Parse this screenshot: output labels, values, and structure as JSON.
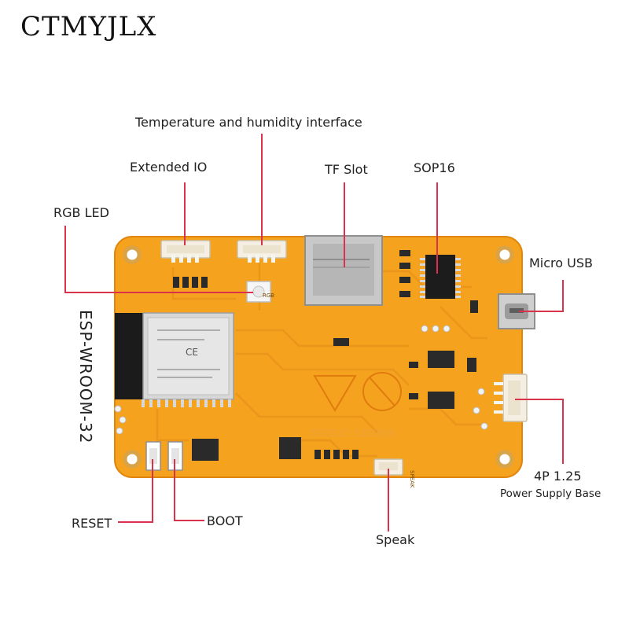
{
  "brand": "CTMYJLX",
  "board": {
    "module_name": "ESP-WROOM-32",
    "rgb_led_text": "RGB",
    "speak_silk": "SPEAK",
    "back_silk": "SSOSS72-2732532"
  },
  "labels": {
    "temp_humidity": "Temperature and humidity interface",
    "extended_io": "Extended IO",
    "tf_slot": "TF Slot",
    "sop16": "SOP16",
    "rgb_led": "RGB LED",
    "micro_usb": "Micro USB",
    "power_4p": "4P 1.25",
    "power_base": "Power Supply Base",
    "reset": "RESET",
    "boot": "BOOT",
    "speak": "Speak",
    "esp_module": "ESP-WROOM-32"
  },
  "colors": {
    "board": "#f5a21e",
    "board_edge": "#e0860d",
    "trace": "#e9941a",
    "callout": "#d9324a"
  }
}
